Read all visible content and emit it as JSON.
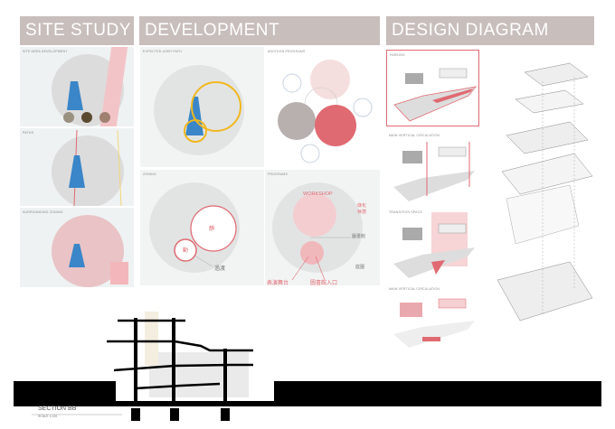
{
  "headers": {
    "site_study": "SITE STUDY",
    "development": "DEVELOPMENT",
    "design_diagram": "DESIGN DIAGRAM"
  },
  "site_study": {
    "panels": [
      "SITE AREA DEVELOPMENT",
      "PATHS",
      "SURROUNDING ZONING"
    ]
  },
  "development": {
    "panels": [
      "EXPECTED USER PATH",
      "ADDITION PROGRAMS",
      "ZONING",
      "PROGRAMS"
    ],
    "zoning_labels": {
      "active": "動",
      "quiet": "靜",
      "transition": "過渡"
    },
    "program_labels": {
      "workshop": "WORKSHOP",
      "green_rest": "綠化休憩",
      "library": "圖書館",
      "garden": "庭園",
      "stage": "表演舞台",
      "library_entrance": "圖書館入口"
    }
  },
  "design_diagram": {
    "panels": [
      "PARKING",
      "MAIN VERTICAL CIRCULATION",
      "TRANSITION SPACE",
      "MAIN VERTICAL CIRCULATION"
    ]
  },
  "section": {
    "title": "SECTION BB'",
    "scale": "SCALE 1:100"
  },
  "colors": {
    "header": "#c8bebc",
    "accent_red": "#e06a72",
    "accent_yellow": "#f0b820",
    "site_blue": "#3a86c8"
  }
}
